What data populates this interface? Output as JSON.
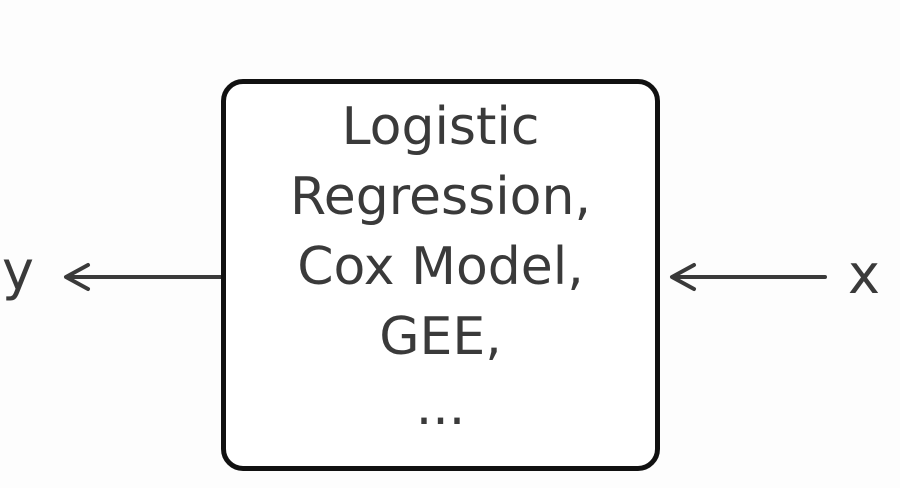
{
  "model_box": {
    "lines": [
      "Logistic",
      "Regression,",
      "Cox Model,",
      "GEE,",
      "..."
    ]
  },
  "output_label": "y",
  "input_label": "x",
  "colors": {
    "stroke": "#111111",
    "text": "#3a3a3a",
    "arrow": "#3a3a3a",
    "background": "#fdfdfd"
  }
}
